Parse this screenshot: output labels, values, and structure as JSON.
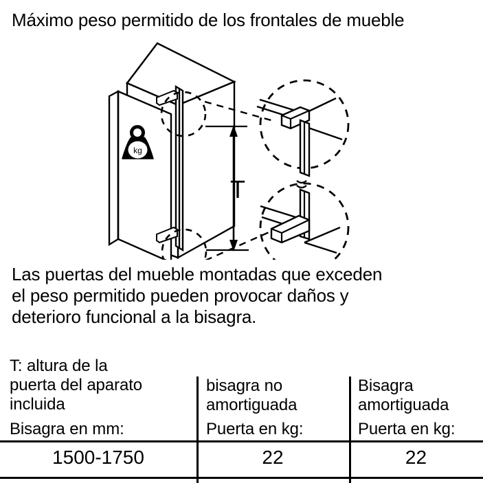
{
  "title": "Máximo peso permitido de los frontales de mueble",
  "illustration": {
    "weight_icon_label": "kg",
    "dimension_label": "T"
  },
  "body_paragraph": {
    "lines": [
      "Las puertas del mueble montadas que exceden",
      "el peso permitido pueden provocar daños y",
      "deterioro funcional a la bisagra."
    ]
  },
  "table": {
    "header": {
      "col1_lines": [
        "T: altura de la",
        "puerta del aparato",
        "incluida"
      ],
      "col2_lines": [
        "bisagra no",
        "amortiguada"
      ],
      "col3_lines": [
        "Bisagra",
        "amortiguada"
      ]
    },
    "subheader": {
      "col1": "Bisagra en mm:",
      "col2": "Puerta en kg:",
      "col3": "Puerta en kg:"
    },
    "rows": [
      {
        "range_mm": "1500-1750",
        "undamped_kg": "22",
        "damped_kg": "22"
      }
    ]
  },
  "colors": {
    "ink": "#000000",
    "background": "#ffffff"
  }
}
